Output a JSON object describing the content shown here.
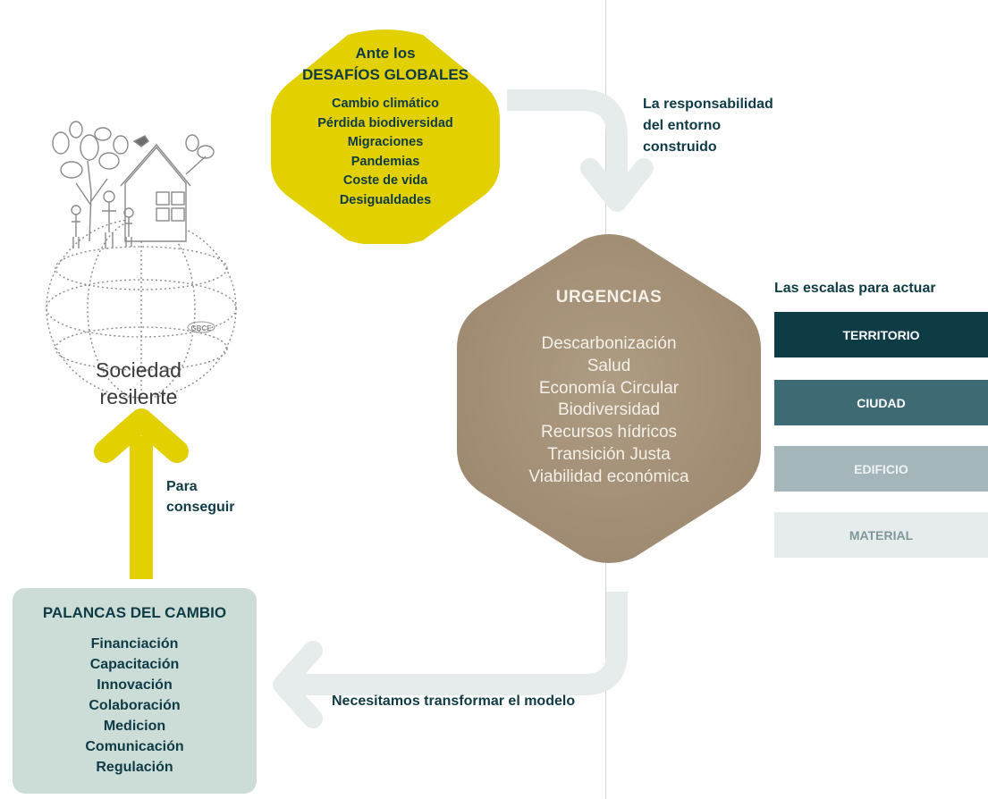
{
  "desafios": {
    "title_line1": "Ante los",
    "title_line2": "DESAFÍOS GLOBALES",
    "items": [
      "Cambio climático",
      "Pérdida biodiversidad",
      "Migraciones",
      "Pandemias",
      "Coste de vida",
      "Desigualdades"
    ]
  },
  "responsabilidad": {
    "lines": [
      "La responsabilidad",
      "del entorno",
      "construido"
    ]
  },
  "urgencias": {
    "title": "URGENCIAS",
    "items": [
      "Descarbonización",
      "Salud",
      "Economía Circular",
      "Biodiversidad",
      "Recursos hídricos",
      "Transición Justa",
      "Viabilidad económica"
    ]
  },
  "escalas": {
    "title": "Las escalas para actuar",
    "items": [
      "TERRITORIO",
      "CIUDAD",
      "EDIFICIO",
      "MATERIAL"
    ]
  },
  "sociedad": {
    "line1": "Sociedad",
    "line2": "resilente",
    "logo_text": "GBCE"
  },
  "para_conseguir": {
    "line1": "Para",
    "line2": "conseguir"
  },
  "palancas": {
    "title": "PALANCAS DEL CAMBIO",
    "items": [
      "Financiación",
      "Capacitación",
      "Innovación",
      "Colaboración",
      "Medicion",
      "Comunicación",
      "Regulación"
    ]
  },
  "transformar": {
    "text": "Necesitamos transformar el modelo"
  },
  "colors": {
    "yellow": "#e3d000",
    "kraft": "#a8957c",
    "dark_teal": "#0d3b46",
    "mint": "#ccdcd7",
    "arrow_light": "#e6ecec"
  }
}
